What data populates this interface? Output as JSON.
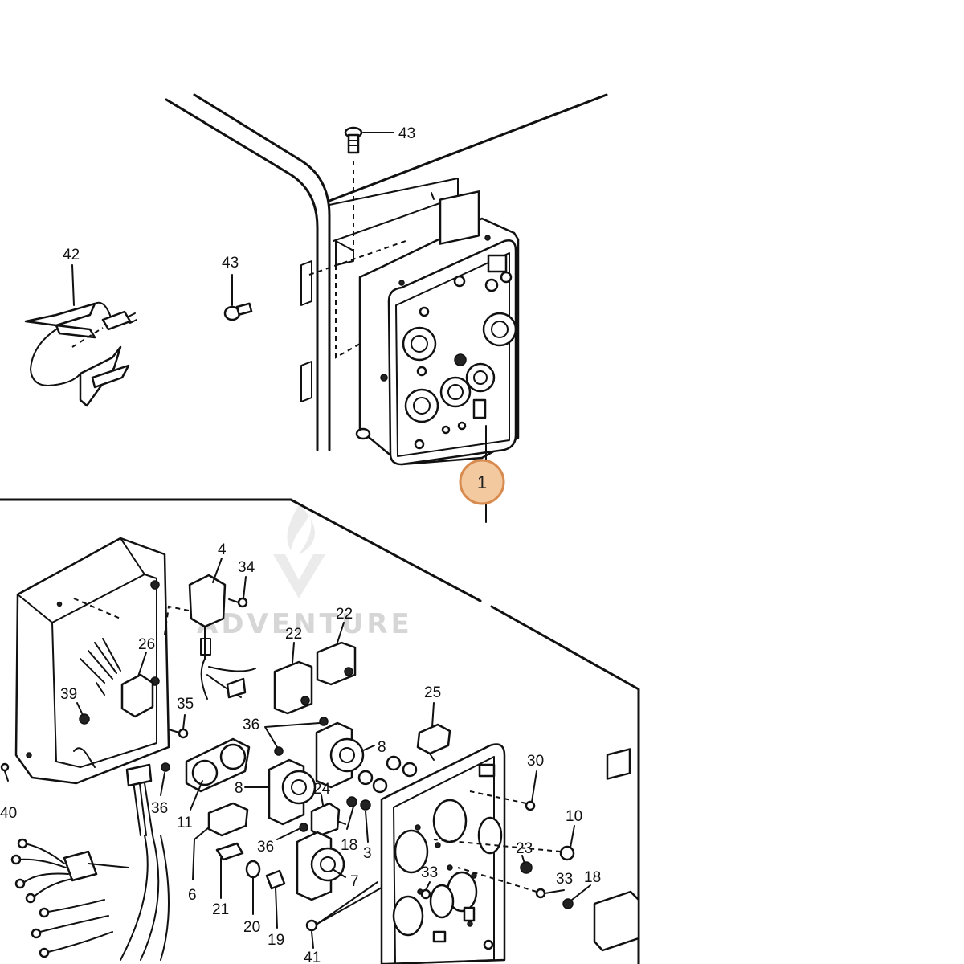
{
  "watermark": {
    "text": "ADVENTURE"
  },
  "callout": {
    "label": "1",
    "fill": "#f3c9a0",
    "stroke": "#d98a4e"
  },
  "part_labels": [
    {
      "key": "p43a",
      "text": "43"
    },
    {
      "key": "p43b",
      "text": "43"
    },
    {
      "key": "p42",
      "text": "42"
    },
    {
      "key": "p4",
      "text": "4"
    },
    {
      "key": "p34",
      "text": "34"
    },
    {
      "key": "p22a",
      "text": "22"
    },
    {
      "key": "p22b",
      "text": "22"
    },
    {
      "key": "p26",
      "text": "26"
    },
    {
      "key": "p39",
      "text": "39"
    },
    {
      "key": "p35",
      "text": "35"
    },
    {
      "key": "p25",
      "text": "25"
    },
    {
      "key": "p36a",
      "text": "36"
    },
    {
      "key": "p8a",
      "text": "8"
    },
    {
      "key": "p8b",
      "text": "8"
    },
    {
      "key": "p30",
      "text": "30"
    },
    {
      "key": "p24",
      "text": "24"
    },
    {
      "key": "p10",
      "text": "10"
    },
    {
      "key": "p40",
      "text": "40"
    },
    {
      "key": "p36b",
      "text": "36"
    },
    {
      "key": "p11",
      "text": "11"
    },
    {
      "key": "p18a",
      "text": "18"
    },
    {
      "key": "p3",
      "text": "3"
    },
    {
      "key": "p36c",
      "text": "36"
    },
    {
      "key": "p23",
      "text": "23"
    },
    {
      "key": "p33a",
      "text": "33"
    },
    {
      "key": "p33b",
      "text": "33"
    },
    {
      "key": "p18b",
      "text": "18"
    },
    {
      "key": "p7",
      "text": "7"
    },
    {
      "key": "p6",
      "text": "6"
    },
    {
      "key": "p21",
      "text": "21"
    },
    {
      "key": "p20",
      "text": "20"
    },
    {
      "key": "p19",
      "text": "19"
    },
    {
      "key": "p41",
      "text": "41"
    }
  ]
}
